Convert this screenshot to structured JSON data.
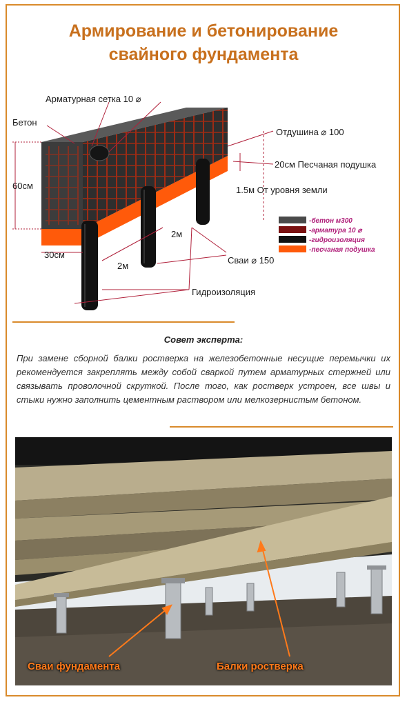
{
  "header": {
    "title_line1": "Армирование и бетонирование",
    "title_line2": "свайного фундамента"
  },
  "diagram": {
    "labels": {
      "mesh": "Арматурная сетка 10 ⌀",
      "concrete": "Бетон",
      "vent": "Отдушина  ⌀ 100",
      "sand_cushion": "20см Песчаная подушка",
      "height": "60см",
      "depth": "1.5м От уровня земли",
      "width": "30см",
      "span_a": "2м",
      "span_b": "2м",
      "piles": "Сваи  ⌀ 150",
      "waterproofing": "Гидроизоляция"
    },
    "legend": [
      {
        "label": "-бетон   м300",
        "color": "#4a4a4a"
      },
      {
        "label": "-арматура  10 ⌀",
        "color": "#7a1010"
      },
      {
        "label": "-гидроизоляция",
        "color": "#111111"
      },
      {
        "label": "-песчаная подушка",
        "color": "#ff5a0a"
      }
    ],
    "colors": {
      "concrete": "#3c3c3c",
      "rebar": "#b22a10",
      "waterproofing": "#111111",
      "sand": "#ff5a0a",
      "callout": "#b0203a",
      "legend_text": "#b0207a"
    }
  },
  "tip": {
    "heading": "Совет эксперта:",
    "text": "При замене сборной балки ростверка на железобетонные несущие перемычки их рекомендуется закреплять между собой сваркой путем арматурных стержней или связывать проволочной скруткой. После того, как ростверк устроен, все швы и стыки нужно заполнить цементным раствором или мелкозернистым бетоном."
  },
  "photo": {
    "label_piles": "Сваи фундамента",
    "label_beams": "Балки ростверка",
    "label_color": "#ff7a1a"
  }
}
